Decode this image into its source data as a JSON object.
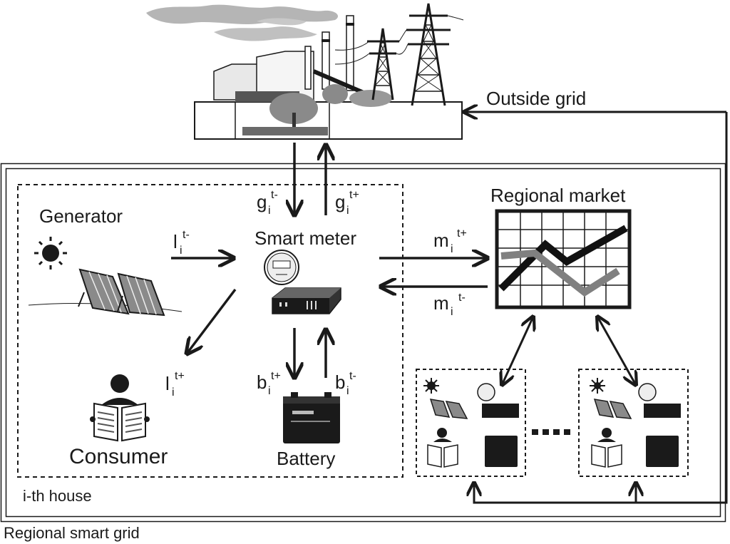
{
  "labels": {
    "outside_grid": "Outside grid",
    "regional_smart_grid": "Regional smart grid",
    "ith_house": "i-th house",
    "regional_market": "Regional market",
    "generator": "Generator",
    "smart_meter": "Smart meter",
    "consumer": "Consumer",
    "battery": "Battery"
  },
  "flows": {
    "g_minus": {
      "base": "g",
      "sub": "i",
      "sup": "t-"
    },
    "g_plus": {
      "base": "g",
      "sub": "i",
      "sup": "t+"
    },
    "l_minus": {
      "base": "l",
      "sub": "i",
      "sup": "t-"
    },
    "l_plus": {
      "base": "l",
      "sub": "i",
      "sup": "t+"
    },
    "m_plus": {
      "base": "m",
      "sub": "i",
      "sup": "t+"
    },
    "m_minus": {
      "base": "m",
      "sub": "i",
      "sup": "t-"
    },
    "b_plus": {
      "base": "b",
      "sub": "i",
      "sup": "t+"
    },
    "b_minus": {
      "base": "b",
      "sub": "i",
      "sup": "t-"
    }
  },
  "icons": [
    "power-plant-icon",
    "transmission-tower-icon",
    "sun-icon",
    "solar-panel-icon",
    "smart-meter-icon",
    "inverter-icon",
    "battery-icon",
    "consumer-icon",
    "market-chart-icon"
  ],
  "colors": {
    "line": "#1a1a1a",
    "market_black": "#111111",
    "market_gray": "#808080"
  }
}
